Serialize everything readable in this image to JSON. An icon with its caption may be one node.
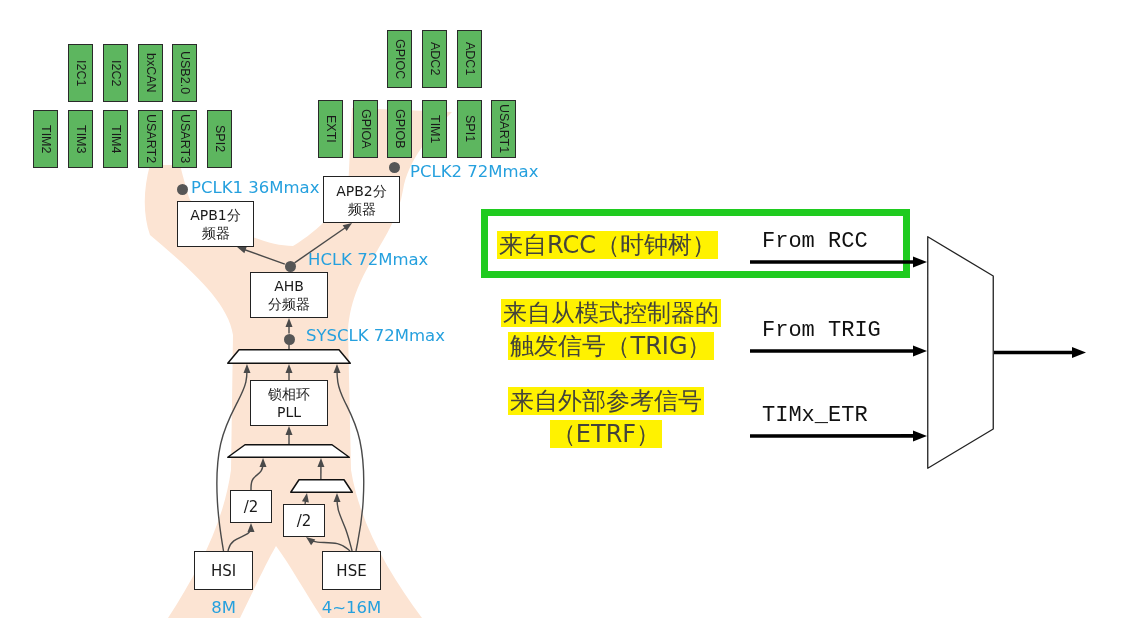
{
  "diagram": {
    "nodes": [
      {
        "text": [
          "I2C1"
        ]
      },
      {
        "text": [
          "I2C2"
        ]
      },
      {
        "text": [
          "bxCAN"
        ]
      },
      {
        "text": [
          "USB2.0"
        ]
      },
      {
        "text": [
          "TIM2"
        ]
      },
      {
        "text": [
          "TIM3"
        ]
      },
      {
        "text": [
          "TIM4"
        ]
      },
      {
        "text": [
          "USART2"
        ]
      },
      {
        "text": [
          "USART3"
        ]
      },
      {
        "text": [
          "SPI2"
        ]
      },
      {
        "text": [
          "GPIOC"
        ]
      },
      {
        "text": [
          "ADC2"
        ]
      },
      {
        "text": [
          "ADC1"
        ]
      },
      {
        "text": [
          "EXTI"
        ]
      },
      {
        "text": [
          "GPIOA"
        ]
      },
      {
        "text": [
          "GPIOB"
        ]
      },
      {
        "text": [
          "TIM1"
        ]
      },
      {
        "text": [
          "SPI1"
        ]
      },
      {
        "text": [
          "USART1"
        ]
      },
      {
        "text": [],
        "shape": "circle",
        "beside": [
          "PCLK1 36Mmax"
        ]
      },
      {
        "text": [],
        "shape": "circle",
        "beside": [
          "PCLK2 72Mmax"
        ]
      },
      {
        "text": [
          "APB1分频器"
        ]
      },
      {
        "text": [
          "APB2分频器"
        ]
      },
      {
        "text": [],
        "shape": "circle",
        "beside": [
          "HCLK 72Mmax"
        ]
      },
      {
        "text": [
          "AHB分频器"
        ]
      },
      {
        "text": [],
        "shape": "circle",
        "beside": [
          "SYSCLK 72Mmax"
        ]
      },
      {
        "text": [],
        "shape": "trapezoid"
      },
      {
        "text": [
          "锁相环PLL"
        ]
      },
      {
        "text": [],
        "shape": "trapezoid"
      },
      {
        "text": [
          "/2"
        ]
      },
      {
        "text": [],
        "shape": "trapezoid"
      },
      {
        "text": [
          "/2"
        ]
      },
      {
        "text": [
          "HSI"
        ],
        "beside": [
          "8M"
        ]
      },
      {
        "text": [
          "HSE"
        ],
        "beside": [
          "4~16M"
        ]
      },
      {
        "text": [],
        "shape": "box"
      },
      {
        "text": [
          "来自RCC（时钟树）"
        ],
        "in": 34
      },
      {
        "text": [
          "来自从模式控制器的触发信号（TRIG）"
        ]
      },
      {
        "text": [
          "来自外部参考信号（ETRF）"
        ]
      },
      {
        "text": [],
        "shape": "trapezoid"
      }
    ],
    "edges": [
      {
        "from": 32,
        "to": 29,
        "arrow": "to"
      },
      {
        "from": 32,
        "to": 26,
        "arrow": "to"
      },
      {
        "from": 29,
        "to": 28,
        "arrow": "to"
      },
      {
        "from": 33,
        "to": 31,
        "arrow": "to"
      },
      {
        "from": 33,
        "to": 30,
        "arrow": "to"
      },
      {
        "from": 31,
        "to": 30,
        "arrow": "to"
      },
      {
        "from": 30,
        "to": 28,
        "arrow": "to"
      },
      {
        "from": 33,
        "to": 26,
        "arrow": "to"
      },
      {
        "from": 28,
        "to": 27,
        "arrow": "to"
      },
      {
        "from": 27,
        "to": 26,
        "arrow": "to"
      },
      {
        "from": 26,
        "to": 25,
        "arrow": "none"
      },
      {
        "from": 25,
        "to": 24,
        "arrow": "to"
      },
      {
        "from": 23,
        "to": 21,
        "arrow": "to"
      },
      {
        "from": 23,
        "to": 22,
        "arrow": "to"
      },
      {
        "from": null,
        "to": 38,
        "arrow": "to",
        "label": "From RCC",
        "style": "thick",
        "color": "#000000"
      },
      {
        "from": null,
        "to": 38,
        "arrow": "to",
        "label": "From TRIG",
        "style": "thick",
        "color": "#000000"
      },
      {
        "from": null,
        "to": 38,
        "arrow": "to",
        "label": "TIMx_ETR",
        "style": "thick",
        "color": "#000000"
      },
      {
        "from": 38,
        "to": null,
        "arrow": "to",
        "style": "thick",
        "color": "#000000"
      }
    ]
  }
}
